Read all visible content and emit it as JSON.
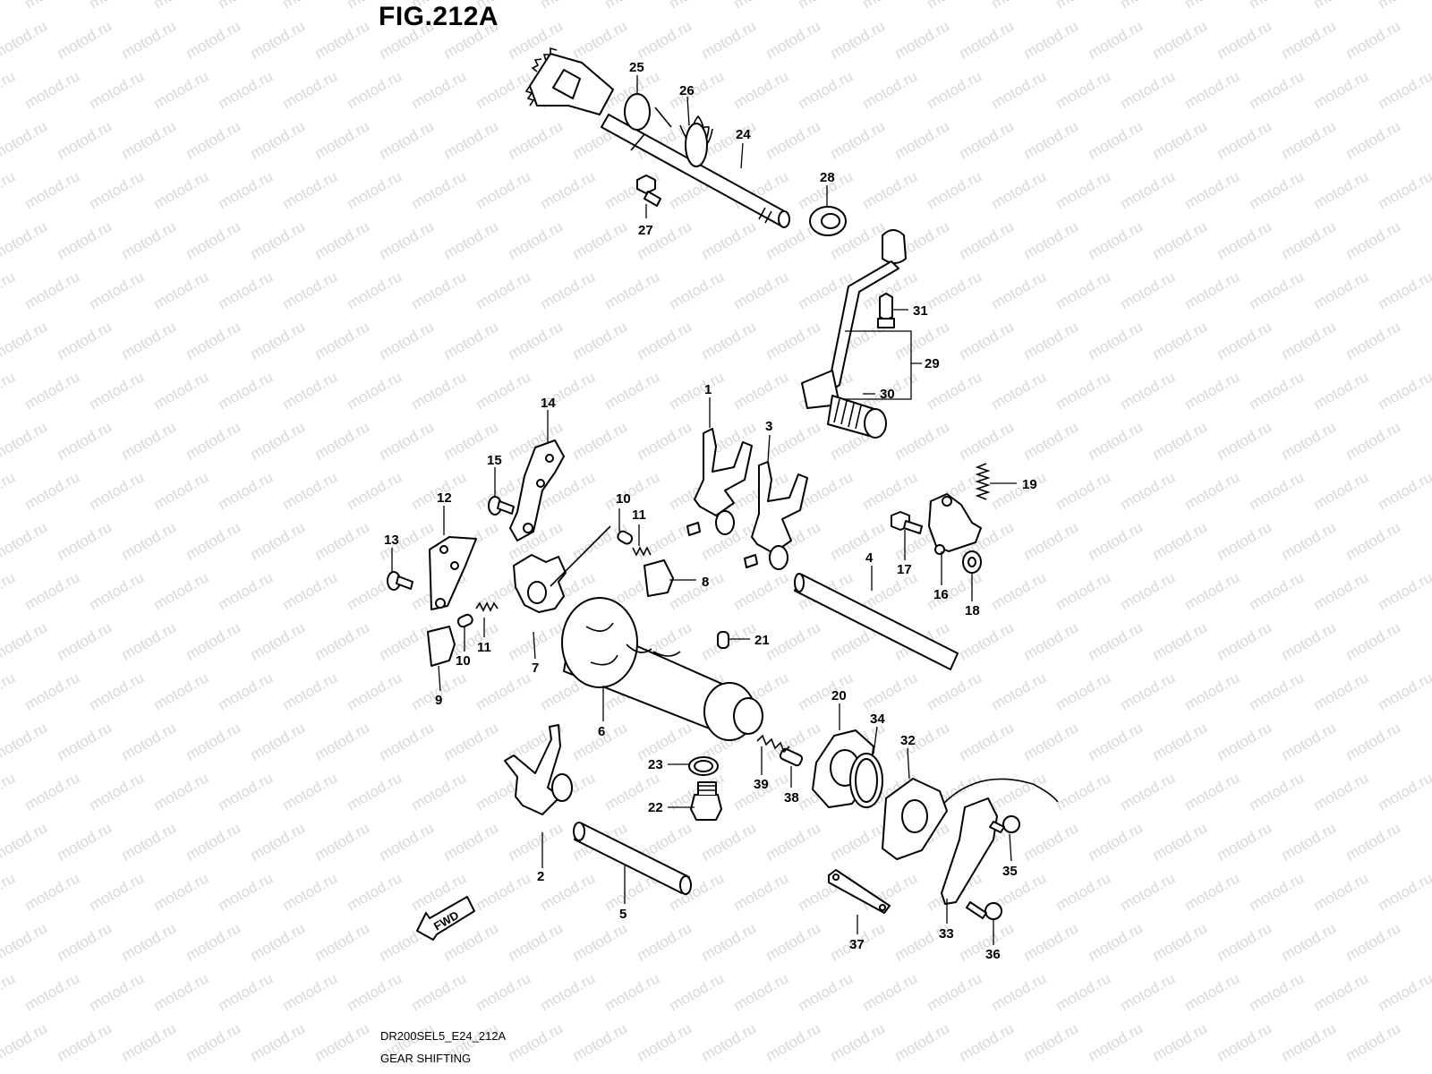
{
  "figure": {
    "title": "FIG.212A"
  },
  "footer": {
    "code": "DR200SEL5_E24_212A",
    "caption": "GEAR SHIFTING"
  },
  "watermark": {
    "text": "motod.ru"
  },
  "direction_arrow": {
    "label": "FWD"
  },
  "callouts": [
    "1",
    "2",
    "3",
    "4",
    "5",
    "6",
    "7",
    "8",
    "9",
    "10",
    "10",
    "11",
    "11",
    "12",
    "13",
    "14",
    "15",
    "16",
    "17",
    "18",
    "19",
    "20",
    "21",
    "22",
    "23",
    "24",
    "25",
    "26",
    "27",
    "28",
    "29",
    "30",
    "31",
    "32",
    "33",
    "34",
    "35",
    "36",
    "37",
    "38",
    "39"
  ],
  "colors": {
    "line": "#000000",
    "background": "#ffffff",
    "watermark": "#d8d8d8"
  }
}
